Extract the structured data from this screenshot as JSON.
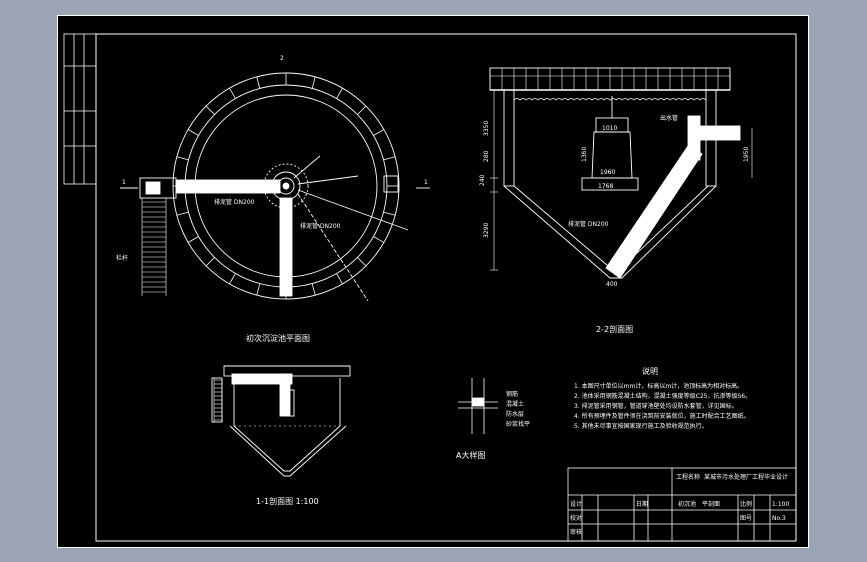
{
  "drawing": {
    "plan_view": {
      "title": "初次沉淀池平面图",
      "section_marker_top": "2",
      "marker_left": "1",
      "marker_right": "1",
      "pipe_label_1": "排泥管 DN200",
      "pipe_label_2": "排泥管 DN200",
      "side_label": "栏杆"
    },
    "section_2_2": {
      "title": "2-2剖面图",
      "dims": {
        "d3350": "3350",
        "d280": "280",
        "d240": "240",
        "d3290": "3290",
        "d1010": "1010",
        "d1360": "1360",
        "d1960": "1960",
        "d1768": "1768",
        "d1950": "1950",
        "d400": "400"
      },
      "pipe_label": "排泥管 DN200",
      "outlet_label": "出水管"
    },
    "section_1_1": {
      "title": "1-1剖面图 1:100"
    },
    "detail": {
      "title": "A大样图",
      "notes": [
        "钢筋",
        "混凝土",
        "防水层",
        "砂浆找平"
      ]
    },
    "notes": {
      "title": "说明",
      "lines": [
        "1. 本图尺寸单位以mm计，标高以m计，池顶标高为相对标高。",
        "2. 池体采用钢筋混凝土结构，混凝土强度等级C25，抗渗等级S6。",
        "3. 排泥管采用钢管，管道穿池壁处均设防水套管，详见国标。",
        "4. 所有预埋件及管件须在浇筑前安装就位，施工时配合工艺图纸。",
        "5. 其他未尽事宜按国家现行施工及验收规范执行。"
      ]
    },
    "title_block": {
      "project": "某城市污水处理厂工程毕业设计",
      "label_design": "工程名称",
      "drawing_name": "初沉池",
      "row_label": "平剖面",
      "scale_label": "比例",
      "scale": "1:100",
      "sheet_label": "图号",
      "sheet_no": "No.3",
      "designer_label": "设计",
      "checker_label": "校对",
      "approver_label": "审核",
      "date_label": "日期"
    }
  }
}
